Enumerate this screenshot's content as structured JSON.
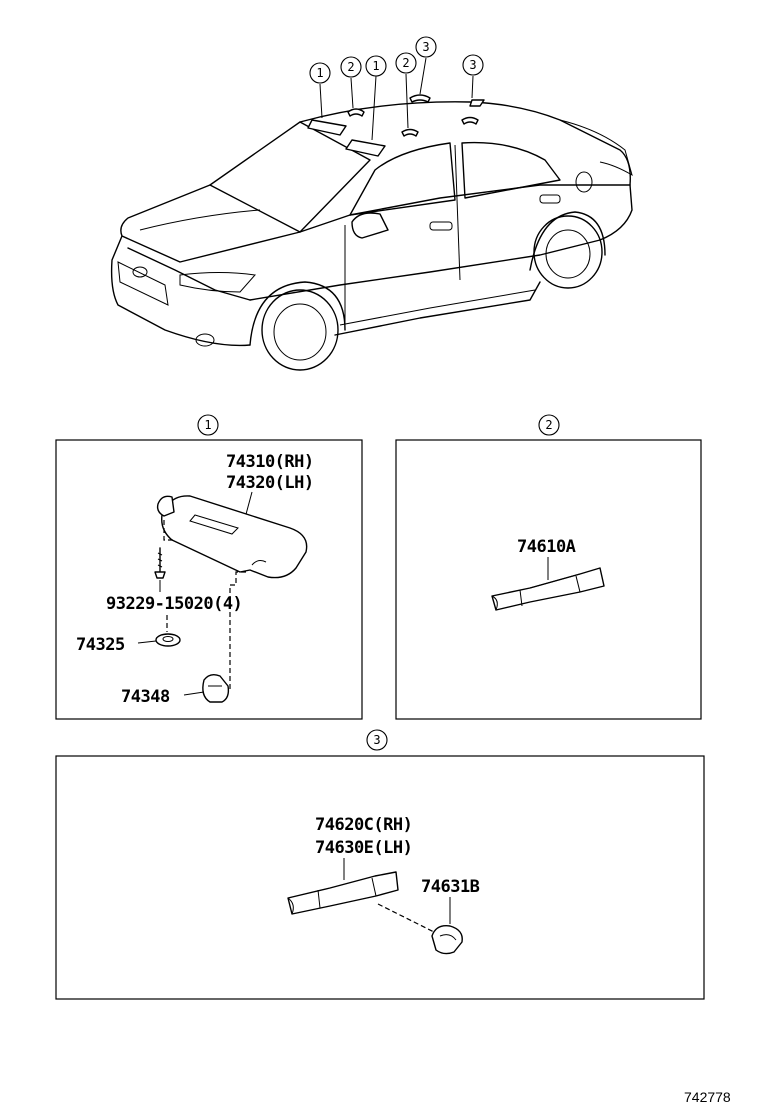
{
  "callouts": {
    "c1": "1",
    "c2": "2",
    "c3": "3"
  },
  "panel1": {
    "part_visor_rh": "74310(RH)",
    "part_visor_lh": "74320(LH)",
    "part_screw": "93229-15020(4)",
    "part_washer": "74325",
    "part_holder": "74348"
  },
  "panel2": {
    "part_grip": "74610A"
  },
  "panel3": {
    "part_grip_rh": "74620C(RH)",
    "part_grip_lh": "74630E(LH)",
    "part_cover": "74631B"
  },
  "footer": {
    "diagram_id": "742778"
  }
}
